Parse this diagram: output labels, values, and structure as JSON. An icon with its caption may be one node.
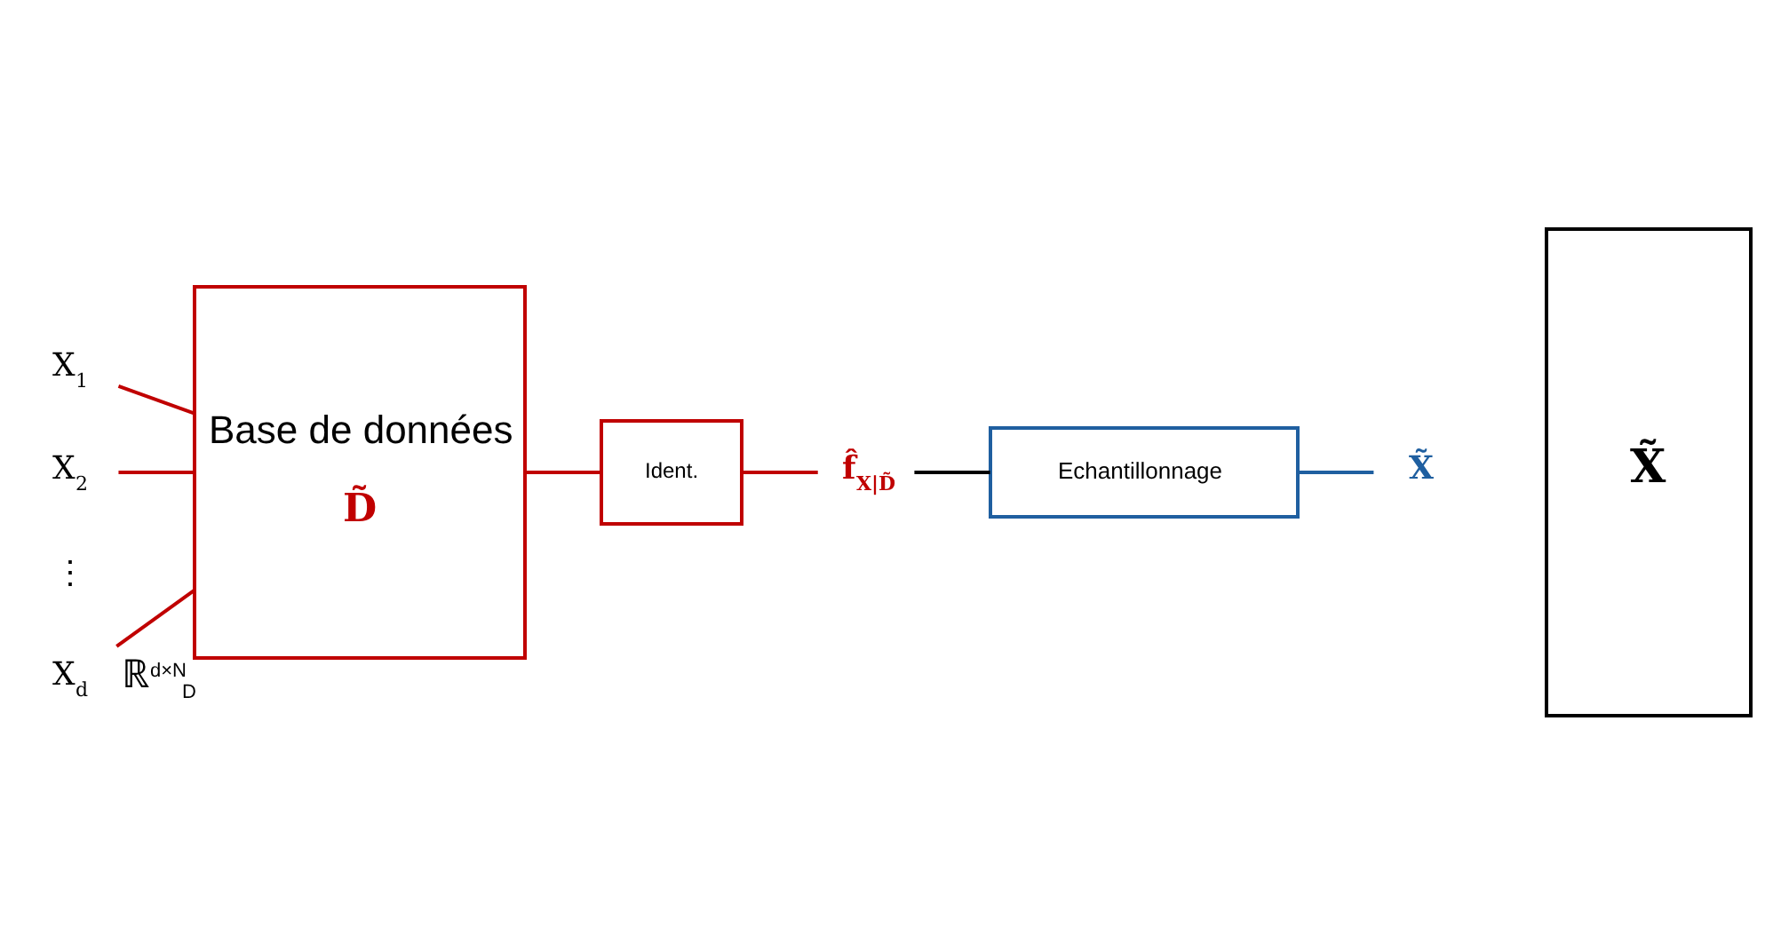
{
  "diagram": {
    "nodes": [
      {
        "text": [
          "X$_{1}$"
        ]
      },
      {
        "text": [
          "X$_{2}$"
        ]
      },
      {
        "text": [
          "X$_{d}$"
        ]
      },
      {
        "text": [
          "Base de données",
          "D̃"
        ],
        "beside": [
          "ℝ$^{d×N}$$_{D}$"
        ]
      },
      {
        "text": [
          "Ident."
        ]
      },
      {
        "text": [
          "f̂$_{X|D̃}$"
        ]
      },
      {
        "text": [
          "Echantillonnage"
        ]
      },
      {
        "text": [
          "X̃"
        ]
      },
      {
        "text": [
          "X̃"
        ]
      }
    ],
    "edges": [
      {
        "from": 0,
        "to": 3,
        "arrow": "none"
      },
      {
        "from": 1,
        "to": 3,
        "arrow": "none"
      },
      {
        "from": 2,
        "to": 3,
        "arrow": "none"
      },
      {
        "from": 3,
        "to": 4,
        "arrow": "none"
      },
      {
        "from": 4,
        "to": 5,
        "arrow": "none"
      },
      {
        "from": 5,
        "to": 6,
        "arrow": "none",
        "color": "#000000"
      },
      {
        "from": 6,
        "to": 7,
        "arrow": "none",
        "color": "#1f5fa0"
      }
    ],
    "labels": [
      "⋮"
    ]
  }
}
